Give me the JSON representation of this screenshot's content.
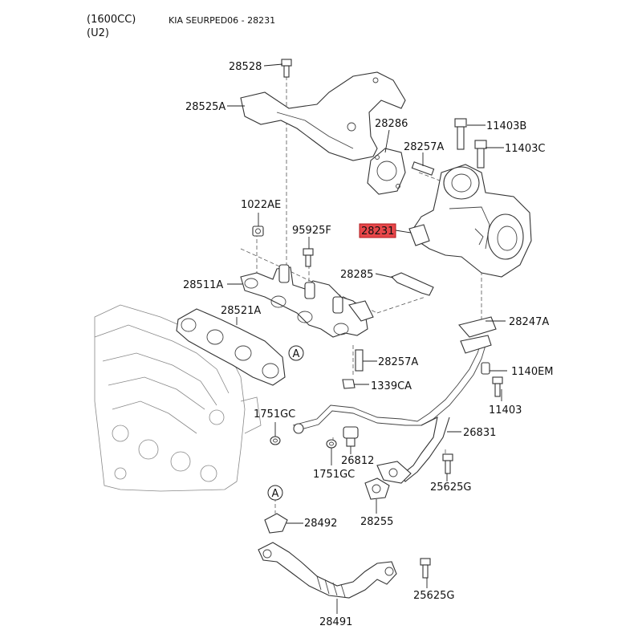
{
  "header": {
    "engine": "(1600CC)",
    "variant": "(U2)",
    "catalog": "KIA SEURPED06 - 28231"
  },
  "highlight_color": "#e8474a",
  "callouts": [
    {
      "id": "c28528",
      "text": "28528"
    },
    {
      "id": "c28525A",
      "text": "28525A"
    },
    {
      "id": "c28286",
      "text": "28286"
    },
    {
      "id": "c11403B",
      "text": "11403B"
    },
    {
      "id": "c28257A_top",
      "text": "28257A"
    },
    {
      "id": "c11403C",
      "text": "11403C"
    },
    {
      "id": "c1022AE",
      "text": "1022AE"
    },
    {
      "id": "c95925F",
      "text": "95925F"
    },
    {
      "id": "c28231",
      "text": "28231",
      "highlighted": true
    },
    {
      "id": "c28285",
      "text": "28285"
    },
    {
      "id": "c28511A",
      "text": "28511A"
    },
    {
      "id": "c28521A",
      "text": "28521A"
    },
    {
      "id": "c28247A",
      "text": "28247A"
    },
    {
      "id": "c28257A_mid",
      "text": "28257A"
    },
    {
      "id": "c1140EM",
      "text": "1140EM"
    },
    {
      "id": "c1339CA",
      "text": "1339CA"
    },
    {
      "id": "c11403",
      "text": "11403"
    },
    {
      "id": "c1751GC_a",
      "text": "1751GC"
    },
    {
      "id": "c26831",
      "text": "26831"
    },
    {
      "id": "c26812",
      "text": "26812"
    },
    {
      "id": "c1751GC_b",
      "text": "1751GC"
    },
    {
      "id": "c25625G_a",
      "text": "25625G"
    },
    {
      "id": "c28255",
      "text": "28255"
    },
    {
      "id": "c28492",
      "text": "28492"
    },
    {
      "id": "c25625G_b",
      "text": "25625G"
    },
    {
      "id": "c28491",
      "text": "28491"
    }
  ],
  "ref_marks": [
    {
      "id": "refA1",
      "text": "A"
    },
    {
      "id": "refA2",
      "text": "A"
    }
  ]
}
